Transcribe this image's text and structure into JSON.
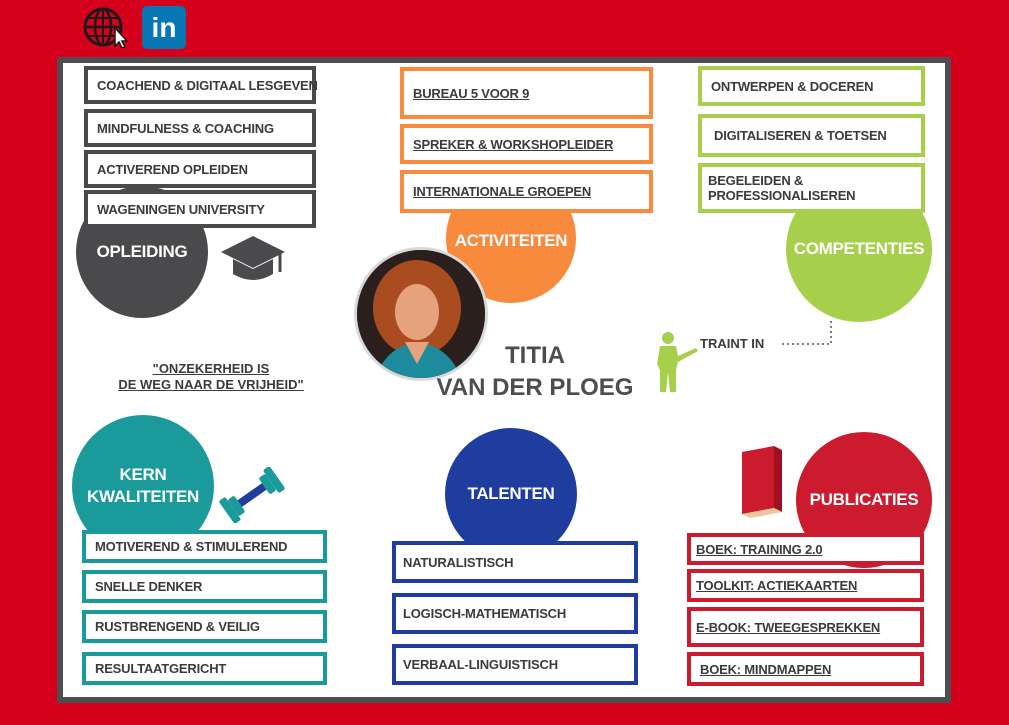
{
  "header": {
    "icons": [
      "globe-icon",
      "linkedin-icon"
    ],
    "linkedin_label": "in"
  },
  "colors": {
    "background": "#d6001c",
    "frame": "#4d4d4f",
    "opleiding": "#4a4a4d",
    "activiteiten": "#f78a3d",
    "competenties": "#a6cf4b",
    "kern": "#1a9a9a",
    "talenten": "#1f3d9e",
    "publicaties": "#cc1a2e"
  },
  "opleiding": {
    "title": "OPLEIDING",
    "items": [
      "COACHEND & DIGITAAL LESGEVEN",
      "MINDFULNESS & COACHING",
      "ACTIVEREND OPLEIDEN",
      "WAGENINGEN UNIVERSITY"
    ]
  },
  "activiteiten": {
    "title": "ACTIVITEITEN",
    "items": [
      "BUREAU 5 VOOR 9",
      "SPREKER & WORKSHOPLEIDER",
      "INTERNATIONALE GROEPEN"
    ]
  },
  "competenties": {
    "title": "COMPETENTIES",
    "items": [
      "ONTWERPEN & DOCEREN",
      "DIGITALISEREN & TOETSEN",
      "BEGELEIDEN &",
      "PROFESSIONALISEREN"
    ]
  },
  "profile": {
    "first_name": "TITIA",
    "last_name": "VAN DER PLOEG",
    "traint_in": "TRAINT IN"
  },
  "quote": {
    "line1": "\"ONZEKERHEID IS",
    "line2": "DE WEG NAAR DE VRIJHEID\""
  },
  "kern": {
    "title_line1": "KERN",
    "title_line2": "KWALITEITEN",
    "items": [
      "MOTIVEREND & STIMULEREND",
      "SNELLE DENKER",
      "RUSTBRENGEND & VEILIG",
      "RESULTAATGERICHT"
    ]
  },
  "talenten": {
    "title": "TALENTEN",
    "items": [
      "NATURALISTISCH",
      "LOGISCH-MATHEMATISCH",
      "VERBAAL-LINGUISTISCH"
    ]
  },
  "publicaties": {
    "title": "PUBLICATIES",
    "items": [
      "BOEK: TRAINING 2.0",
      "TOOLKIT: ACTIEKAARTEN",
      "E-BOOK: TWEEGESPREKKEN",
      "BOEK: MINDMAPPEN"
    ]
  }
}
